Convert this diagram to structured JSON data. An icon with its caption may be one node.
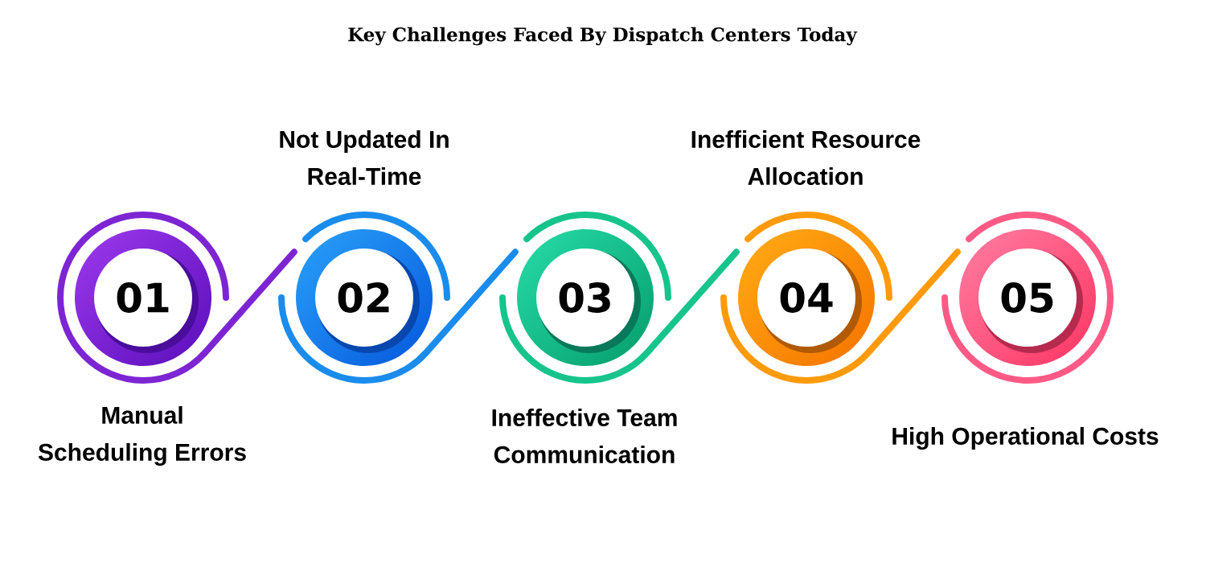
{
  "diagram": {
    "title": "Key Challenges Faced By Dispatch Centers Today",
    "nodes": [
      {
        "text": [
          "01"
        ],
        "beside": [
          "Manual Scheduling Errors"
        ]
      },
      {
        "text": [
          "02"
        ],
        "beside": [
          "Not Updated In Real-Time"
        ]
      },
      {
        "text": [
          "03"
        ],
        "beside": [
          "Ineffective Team Communication"
        ]
      },
      {
        "text": [
          "04"
        ],
        "beside": [
          "Inefficient Resource Allocation"
        ]
      },
      {
        "text": [
          "05"
        ],
        "beside": [
          "High Operational Costs"
        ]
      }
    ],
    "edges": [
      {
        "from": 0,
        "to": 1,
        "arrow": "none",
        "color": "#7d25d3"
      },
      {
        "from": 1,
        "to": 2,
        "arrow": "none",
        "color": "#1a8cec"
      },
      {
        "from": 2,
        "to": 3,
        "arrow": "none",
        "color": "#16c48c"
      },
      {
        "from": 3,
        "to": 4,
        "arrow": "none",
        "color": "#ff9a0a"
      }
    ]
  }
}
